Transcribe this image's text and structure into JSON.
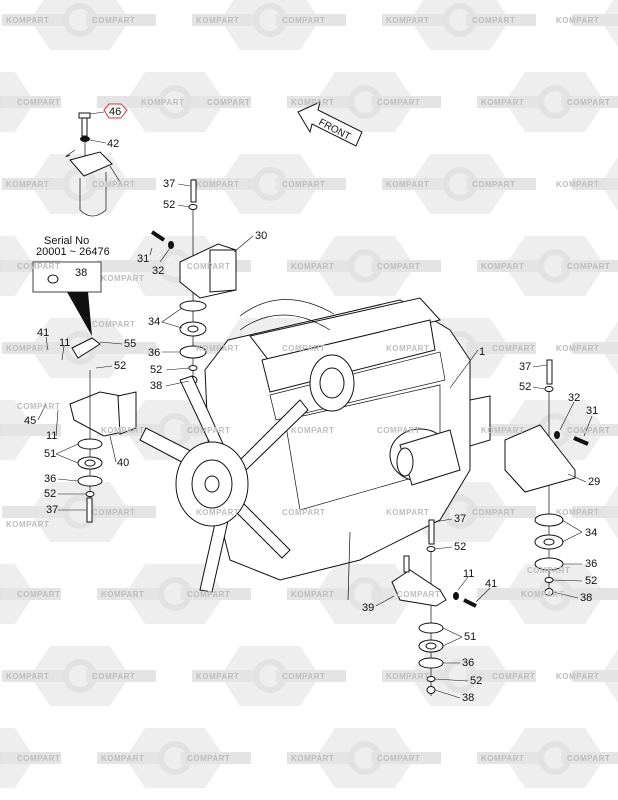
{
  "watermark": {
    "left": "KOMPART",
    "right": "COMPART"
  },
  "front_arrow": "FRONT",
  "serial": {
    "title": "Serial No",
    "range": "20001 ~ 26476"
  },
  "callouts": {
    "c46": "46",
    "c42": "42",
    "c37a": "37",
    "c52a": "52",
    "c30": "30",
    "c31a": "31",
    "c32a": "32",
    "c38box": "38",
    "c34a": "34",
    "c36a": "36",
    "c52b": "52",
    "c38a": "38",
    "c55": "55",
    "c41a": "41",
    "c11a": "11",
    "c52c": "52",
    "c45": "45",
    "c11b": "11",
    "c51a": "51",
    "c40": "40",
    "c36b": "36",
    "c52d": "52",
    "c37b": "37",
    "c1": "1",
    "c37c": "37",
    "c52e": "52",
    "c32b": "32",
    "c31b": "31",
    "c29": "29",
    "c34b": "34",
    "c36c": "36",
    "c52f": "52",
    "c38c": "38",
    "c37d": "37",
    "c52g": "52",
    "c11c": "11",
    "c41b": "41",
    "c39": "39",
    "c51b": "51",
    "c36d": "36",
    "c52h": "52",
    "c38d": "38"
  },
  "highlight_color": "#e0303a"
}
